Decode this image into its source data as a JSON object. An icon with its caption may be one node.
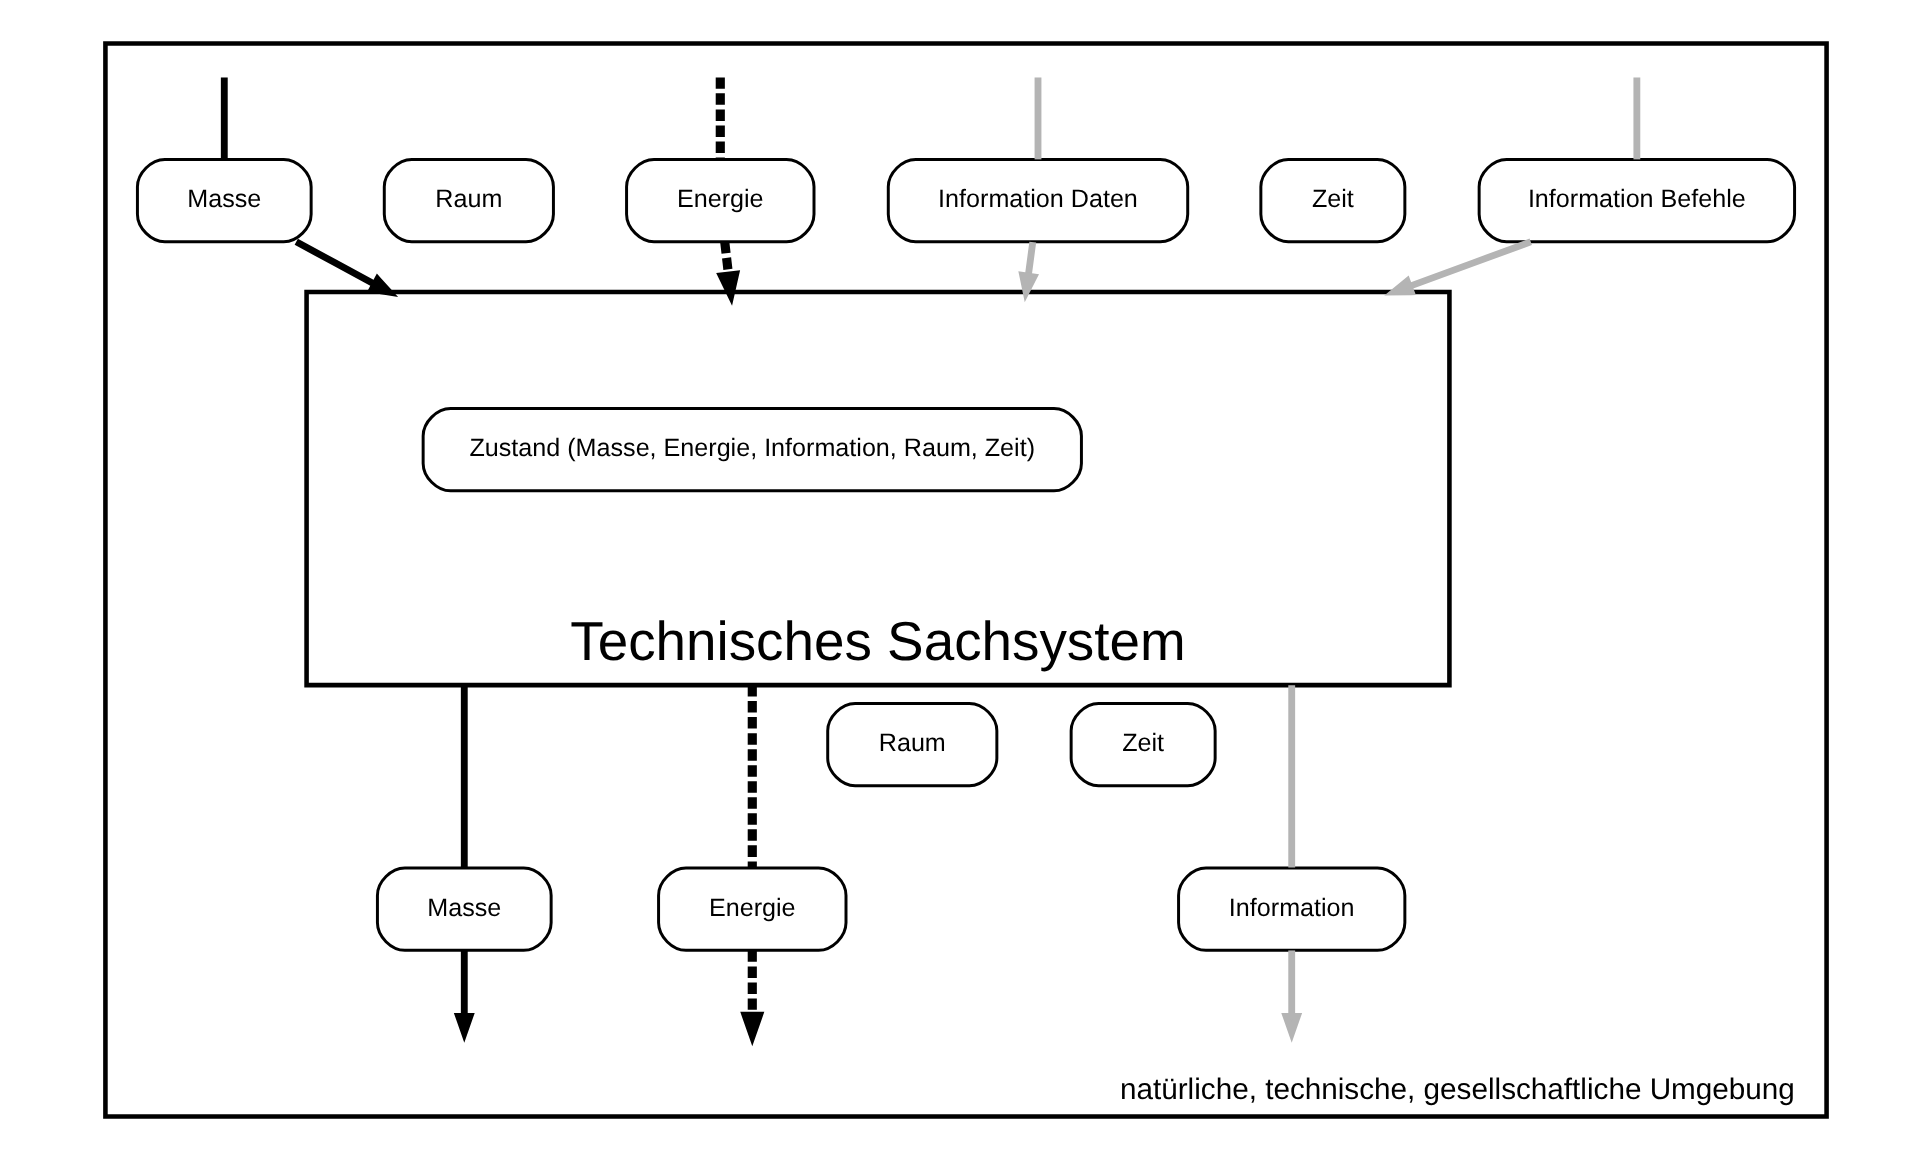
{
  "diagram": {
    "nodes": [
      {
        "text": [
          "natürliche, technische, gesellschaftliche Umgebung"
        ]
      },
      {
        "text": [
          "Masse"
        ],
        "in": 0
      },
      {
        "text": [
          "Energie"
        ],
        "in": 0
      },
      {
        "text": [
          "Information Daten"
        ],
        "in": 0
      },
      {
        "text": [
          "Information Befehle"
        ],
        "in": 0
      },
      {
        "text": [
          "Raum"
        ],
        "in": 0
      },
      {
        "text": [
          "Zeit"
        ],
        "in": 0
      },
      {
        "text": [
          "Technisches Sachsystem"
        ],
        "in": 0
      },
      {
        "text": [
          "Zustand (Masse, Energie, Information, Raum, Zeit)"
        ],
        "in": 7
      },
      {
        "text": [
          "Raum"
        ],
        "in": 0
      },
      {
        "text": [
          "Zeit"
        ],
        "in": 0
      },
      {
        "text": [
          "Masse"
        ],
        "in": 0
      },
      {
        "text": [
          "Energie"
        ],
        "in": 0
      },
      {
        "text": [
          "Information"
        ],
        "in": 0
      }
    ],
    "edges": [
      {
        "from": null,
        "to": 1,
        "arrow": "none"
      },
      {
        "from": 1,
        "to": 7,
        "arrow": "to"
      },
      {
        "from": null,
        "to": 2,
        "arrow": "none",
        "style": "dashed"
      },
      {
        "from": 2,
        "to": 7,
        "arrow": "to",
        "style": "dashed"
      },
      {
        "from": null,
        "to": 3,
        "arrow": "none",
        "color": "#b4b4b4"
      },
      {
        "from": 3,
        "to": 7,
        "arrow": "to",
        "color": "#b4b4b4"
      },
      {
        "from": null,
        "to": 4,
        "arrow": "none",
        "color": "#b4b4b4"
      },
      {
        "from": 4,
        "to": 7,
        "arrow": "to",
        "color": "#b4b4b4"
      },
      {
        "from": 7,
        "to": 11,
        "arrow": "none"
      },
      {
        "from": 11,
        "to": null,
        "arrow": "to"
      },
      {
        "from": 7,
        "to": 12,
        "arrow": "none",
        "style": "dashed"
      },
      {
        "from": 12,
        "to": null,
        "arrow": "to",
        "style": "dashed"
      },
      {
        "from": 7,
        "to": 13,
        "arrow": "none",
        "color": "#b4b4b4"
      },
      {
        "from": 13,
        "to": null,
        "arrow": "to",
        "color": "#b4b4b4"
      }
    ]
  }
}
